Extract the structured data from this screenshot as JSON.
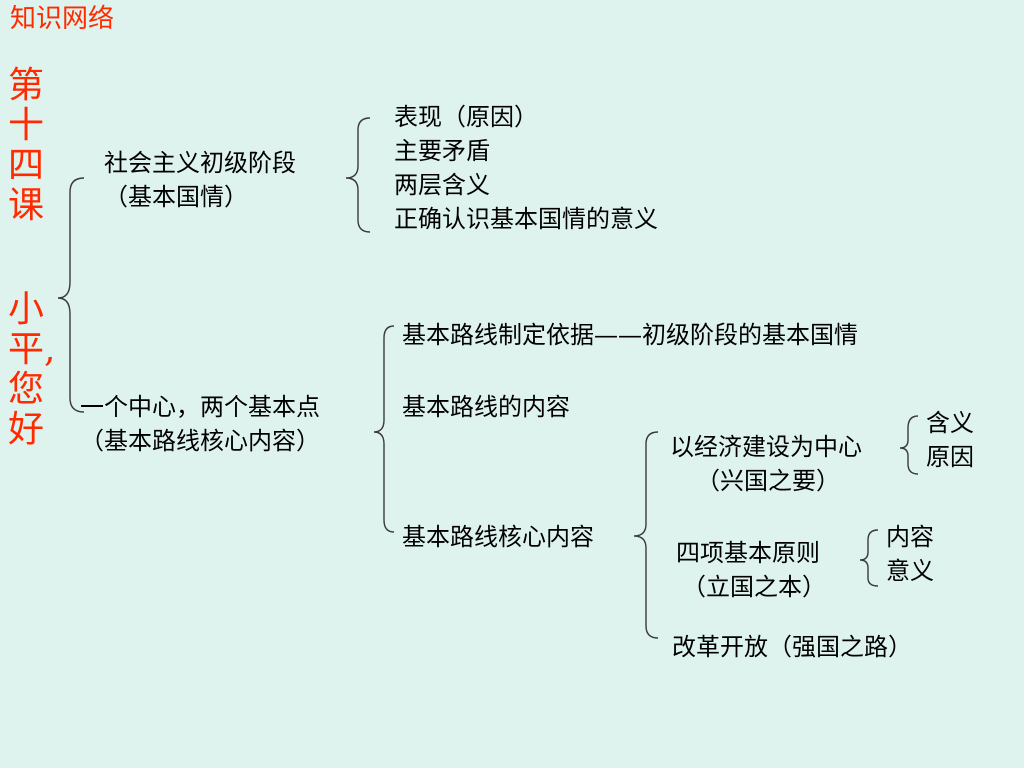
{
  "header": "知识网络",
  "side_title": [
    "第",
    "十",
    "四",
    "课",
    "",
    "小",
    "平,",
    "您",
    "好"
  ],
  "branch1": {
    "label_line1": "社会主义初级阶段",
    "label_line2": "（基本国情）",
    "items": [
      "表现（原因）",
      "主要矛盾",
      "两层含义",
      "正确认识基本国情的意义"
    ]
  },
  "branch2": {
    "label_line1": "一个中心，两个基本点",
    "label_line2": "（基本路线核心内容）",
    "basis": "基本路线制定依据——初级阶段的基本国情",
    "content": "基本路线的内容",
    "core": "基本路线核心内容",
    "center_line1": "以经济建设为中心",
    "center_line2": "（兴国之要）",
    "center_items": [
      "含义",
      "原因"
    ],
    "principles_line1": "四项基本原则",
    "principles_line2": "（立国之本）",
    "principles_items": [
      "内容",
      "意义"
    ],
    "reform": "改革开放（强国之路）"
  }
}
